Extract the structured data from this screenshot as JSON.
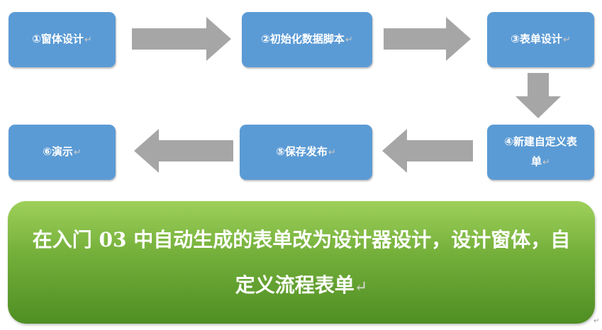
{
  "steps": [
    {
      "label": "①窗体设计"
    },
    {
      "label": "②初始化数据脚本"
    },
    {
      "label": "③表单设计"
    },
    {
      "label": "④新建自定义表单"
    },
    {
      "label": "⑤保存发布"
    },
    {
      "label": "⑥演示"
    }
  ],
  "summary": {
    "text": "在入门 03 中自动生成的表单改为设计器设计，设计窗体，自定义流程表单"
  },
  "paragraph_mark": "↵",
  "page_end_mark": "↵",
  "colors": {
    "step_fill": "#5b9bd5",
    "arrow_fill": "#a6a6a6",
    "summary_fill_top": "#9ed05a",
    "summary_fill_bottom": "#4f8e23",
    "text": "#ffffff"
  }
}
